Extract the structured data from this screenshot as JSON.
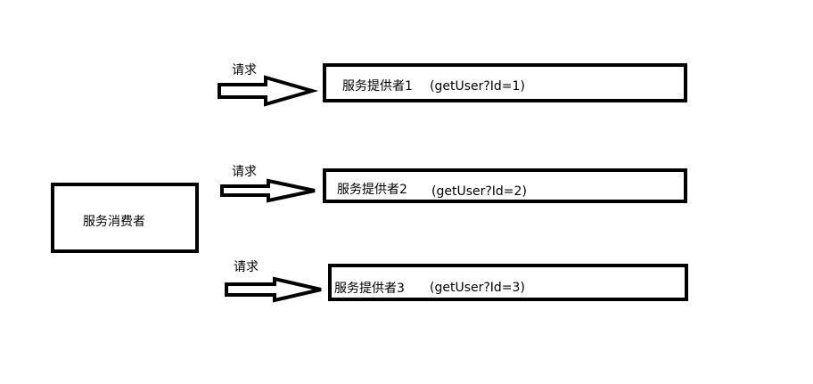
{
  "consumer": {
    "label": "服务消费者"
  },
  "requests": [
    {
      "label": "请求"
    },
    {
      "label": "请求"
    },
    {
      "label": "请求"
    }
  ],
  "providers": [
    {
      "name": "服务提供者1",
      "call": "(getUser?Id=1)"
    },
    {
      "name": "服务提供者2",
      "call": "(getUser?Id=2)"
    },
    {
      "name": "服务提供者3",
      "call": "(getUser?Id=3)"
    }
  ],
  "colors": {
    "stroke": "#000000",
    "fill": "#ffffff"
  }
}
